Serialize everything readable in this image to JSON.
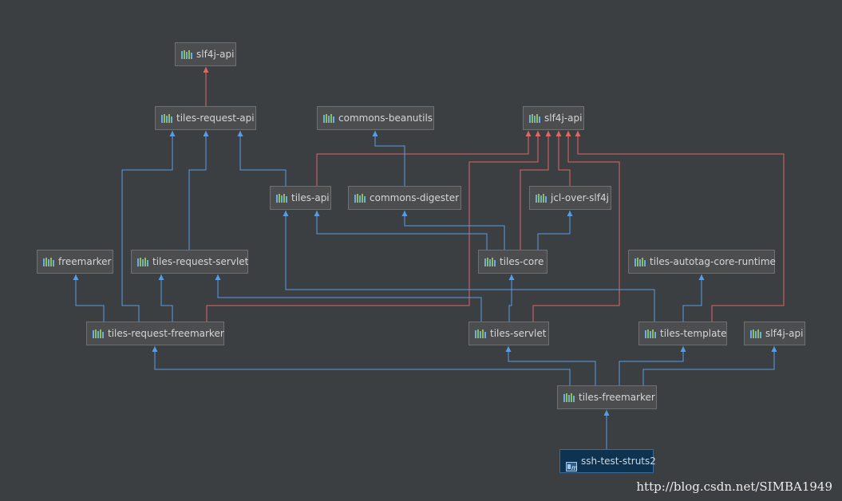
{
  "colors": {
    "blue_edge": "#5a9be6",
    "red_edge": "#e06666",
    "bar_blue": "#6aaee8",
    "bar_green": "#8bc34a"
  },
  "nodes": [
    {
      "id": "slf4j-api-top",
      "label": "slf4j-api",
      "icon": "maven-library-icon"
    },
    {
      "id": "tiles-request-api",
      "label": "tiles-request-api",
      "icon": "maven-library-icon"
    },
    {
      "id": "commons-beanutils",
      "label": "commons-beanutils",
      "icon": "maven-library-icon"
    },
    {
      "id": "slf4j-api-mid",
      "label": "slf4j-api",
      "icon": "maven-library-icon"
    },
    {
      "id": "tiles-api",
      "label": "tiles-api",
      "icon": "maven-library-icon"
    },
    {
      "id": "commons-digester",
      "label": "commons-digester",
      "icon": "maven-library-icon"
    },
    {
      "id": "jcl-over-slf4j",
      "label": "jcl-over-slf4j",
      "icon": "maven-library-icon"
    },
    {
      "id": "freemarker",
      "label": "freemarker",
      "icon": "maven-library-icon"
    },
    {
      "id": "tiles-request-servlet",
      "label": "tiles-request-servlet",
      "icon": "maven-library-icon"
    },
    {
      "id": "tiles-core",
      "label": "tiles-core",
      "icon": "maven-library-icon"
    },
    {
      "id": "tiles-autotag-core-runtime",
      "label": "tiles-autotag-core-runtime",
      "icon": "maven-library-icon"
    },
    {
      "id": "tiles-request-freemarker",
      "label": "tiles-request-freemarker",
      "icon": "maven-library-icon"
    },
    {
      "id": "tiles-servlet",
      "label": "tiles-servlet",
      "icon": "maven-library-icon"
    },
    {
      "id": "tiles-template",
      "label": "tiles-template",
      "icon": "maven-library-icon"
    },
    {
      "id": "slf4j-api-right",
      "label": "slf4j-api",
      "icon": "maven-library-icon"
    },
    {
      "id": "tiles-freemarker",
      "label": "tiles-freemarker",
      "icon": "maven-library-icon"
    },
    {
      "id": "ssh-test-struts2",
      "label": "ssh-test-struts2",
      "icon": "maven-module-icon"
    }
  ],
  "edges": [
    {
      "from": "tiles-request-api",
      "to": "slf4j-api-top",
      "kind": "conflict"
    },
    {
      "from": "tiles-request-freemarker",
      "to": "tiles-request-api",
      "kind": "normal"
    },
    {
      "from": "tiles-request-servlet",
      "to": "tiles-request-api",
      "kind": "normal"
    },
    {
      "from": "tiles-api",
      "to": "tiles-request-api",
      "kind": "normal"
    },
    {
      "from": "tiles-api",
      "to": "slf4j-api-mid",
      "kind": "conflict"
    },
    {
      "from": "commons-digester",
      "to": "commons-beanutils",
      "kind": "normal"
    },
    {
      "from": "tiles-request-freemarker",
      "to": "slf4j-api-mid",
      "kind": "conflict"
    },
    {
      "from": "tiles-core",
      "to": "slf4j-api-mid",
      "kind": "conflict"
    },
    {
      "from": "jcl-over-slf4j",
      "to": "slf4j-api-mid",
      "kind": "conflict"
    },
    {
      "from": "tiles-servlet",
      "to": "slf4j-api-mid",
      "kind": "conflict"
    },
    {
      "from": "tiles-template",
      "to": "slf4j-api-mid",
      "kind": "conflict"
    },
    {
      "from": "tiles-core",
      "to": "tiles-api",
      "kind": "normal"
    },
    {
      "from": "tiles-core",
      "to": "commons-digester",
      "kind": "normal"
    },
    {
      "from": "tiles-core",
      "to": "jcl-over-slf4j",
      "kind": "normal"
    },
    {
      "from": "tiles-request-freemarker",
      "to": "freemarker",
      "kind": "normal"
    },
    {
      "from": "tiles-request-freemarker",
      "to": "tiles-request-servlet",
      "kind": "normal"
    },
    {
      "from": "tiles-servlet",
      "to": "tiles-core",
      "kind": "normal"
    },
    {
      "from": "tiles-servlet",
      "to": "tiles-request-servlet",
      "kind": "normal"
    },
    {
      "from": "tiles-template",
      "to": "tiles-api",
      "kind": "normal"
    },
    {
      "from": "tiles-template",
      "to": "tiles-autotag-core-runtime",
      "kind": "normal"
    },
    {
      "from": "tiles-freemarker",
      "to": "tiles-request-freemarker",
      "kind": "normal"
    },
    {
      "from": "tiles-freemarker",
      "to": "tiles-servlet",
      "kind": "normal"
    },
    {
      "from": "tiles-freemarker",
      "to": "tiles-template",
      "kind": "normal"
    },
    {
      "from": "tiles-freemarker",
      "to": "slf4j-api-right",
      "kind": "normal"
    },
    {
      "from": "ssh-test-struts2",
      "to": "tiles-freemarker",
      "kind": "normal"
    }
  ],
  "watermark": "http://blog.csdn.net/SIMBA1949"
}
